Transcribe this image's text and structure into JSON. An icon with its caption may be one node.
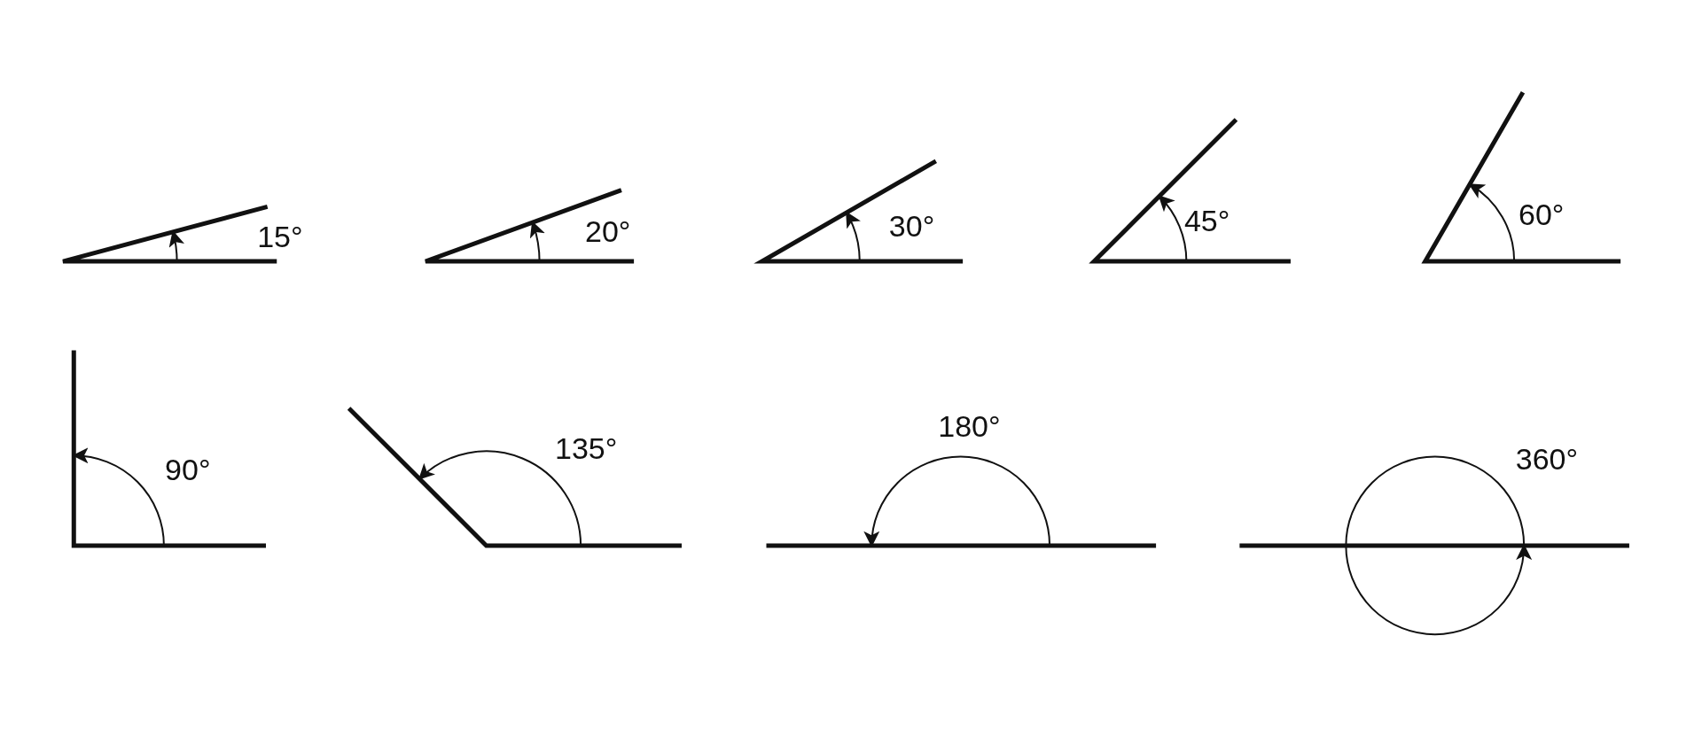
{
  "diagram": {
    "labels": [
      "15°",
      "20°",
      "30°",
      "45°",
      "60°",
      "90°",
      "135°",
      "180°",
      "360°"
    ]
  }
}
